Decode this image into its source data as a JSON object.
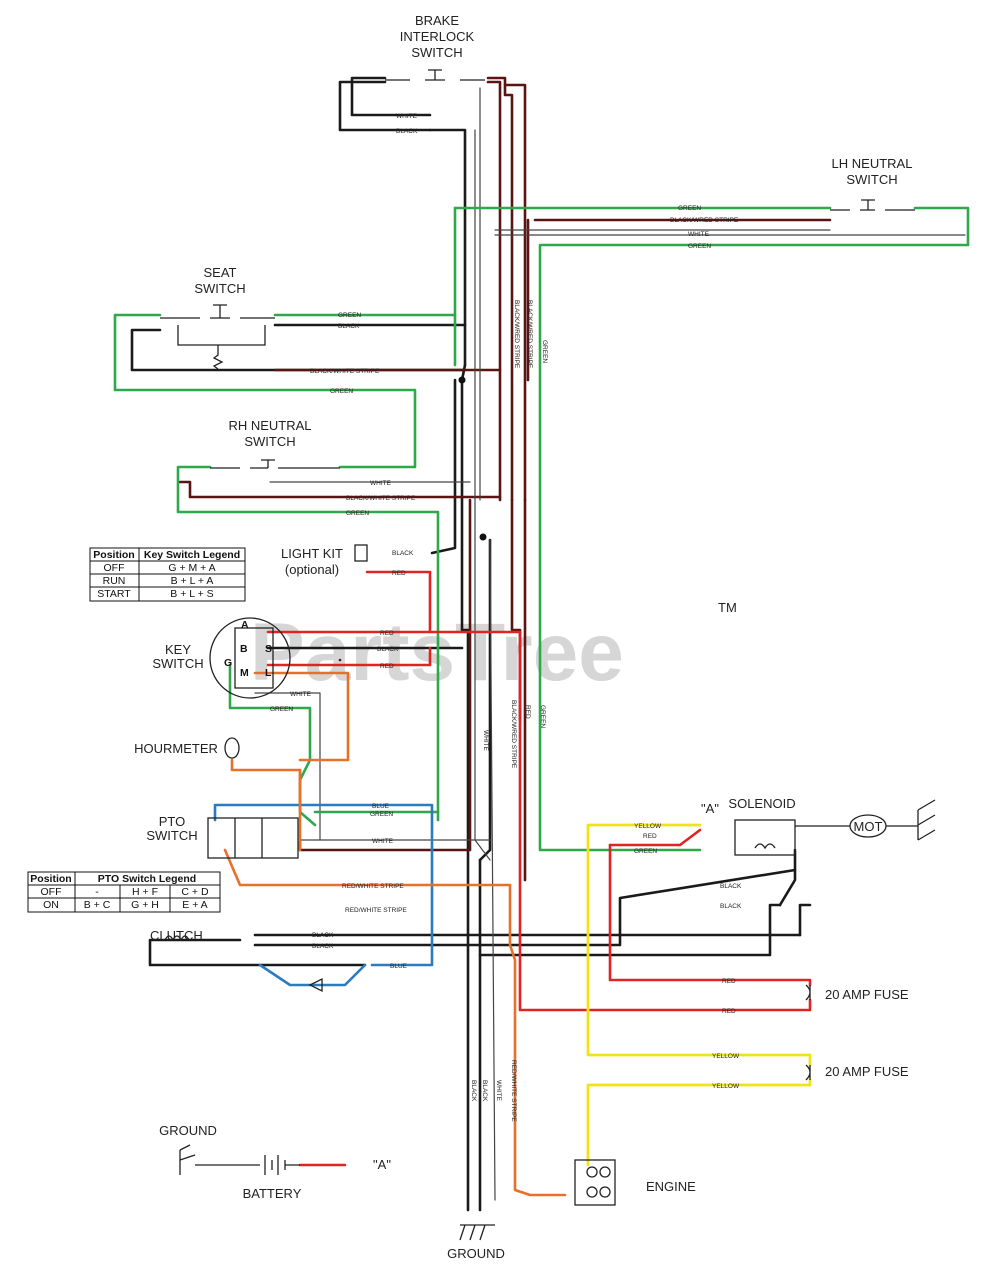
{
  "watermark": {
    "text": "PartsTree",
    "tm": "TM"
  },
  "components": {
    "brake_interlock_switch": [
      "BRAKE",
      "INTERLOCK",
      "SWITCH"
    ],
    "lh_neutral_switch": [
      "LH NEUTRAL",
      "SWITCH"
    ],
    "seat_switch": [
      "SEAT",
      "SWITCH"
    ],
    "rh_neutral_switch": [
      "RH NEUTRAL",
      "SWITCH"
    ],
    "light_kit": [
      "LIGHT KIT",
      "(optional)"
    ],
    "key_switch": [
      "KEY",
      "SWITCH"
    ],
    "hourmeter": "HOURMETER",
    "pto_switch": [
      "PTO",
      "SWITCH"
    ],
    "clutch": "CLUTCH",
    "solenoid": "SOLENOID",
    "solenoid_ref": "\"A\"",
    "motor": "MOT",
    "fuse_1": "20 AMP FUSE",
    "fuse_2": "20 AMP FUSE",
    "ground_top": "GROUND",
    "battery": "BATTERY",
    "battery_ref": "\"A\"",
    "engine": "ENGINE",
    "ground_bottom": "GROUND"
  },
  "key_terminals": [
    "A",
    "B",
    "S",
    "M",
    "G",
    "L"
  ],
  "key_switch_legend": {
    "headers": [
      "Position",
      "Key Switch Legend"
    ],
    "rows": [
      [
        "OFF",
        "G + M + A"
      ],
      [
        "RUN",
        "B + L + A"
      ],
      [
        "START",
        "B + L + S"
      ]
    ]
  },
  "pto_switch_legend": {
    "headers": [
      "Position",
      "PTO Switch Legend"
    ],
    "rows": [
      [
        "OFF",
        "-",
        "H + F",
        "C + D"
      ],
      [
        "ON",
        "B + C",
        "G + H",
        "E + A"
      ]
    ]
  },
  "wire_labels": {
    "white": "WHITE",
    "black": "BLACK",
    "green": "GREEN",
    "red": "RED",
    "blue": "BLUE",
    "yellow": "YELLOW",
    "black_white_stripe": "BLACK/WHITE STRIPE",
    "black_wred_stripe": "BLACK/WRED STRIPE",
    "red_white_stripe": "RED/WHITE STRIPE"
  },
  "colors": {
    "black_wire": "#1a1a1a",
    "dark_red_wire": "#5a1414",
    "green_wire": "#2ea84a",
    "red_wire": "#e02424",
    "blue_wire": "#2b7bbf",
    "orange_wire": "#e8702a",
    "yellow_wire": "#efe418"
  }
}
